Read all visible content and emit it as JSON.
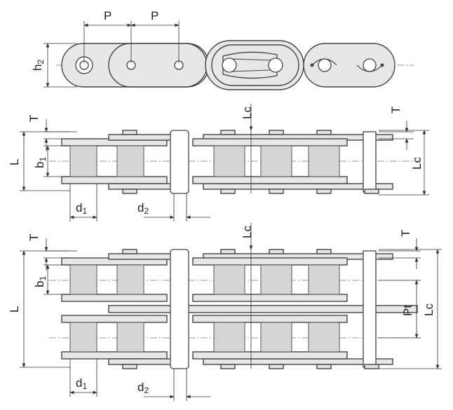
{
  "labels": {
    "pitch_1": "P",
    "pitch_2": "P",
    "plate_height": {
      "main": "h",
      "sub": "2"
    },
    "single_T_left": "T",
    "single_Lc_top": "Lc",
    "single_T_right": "T",
    "single_L": "L",
    "single_b1": {
      "main": "b",
      "sub": "1"
    },
    "single_Lc_right": "Lc",
    "single_d1": {
      "main": "d",
      "sub": "1"
    },
    "single_d2": {
      "main": "d",
      "sub": "2"
    },
    "double_T_left": "T",
    "double_Lc_top": "Lc",
    "double_T_right": "T",
    "double_L": "L",
    "double_b1": {
      "main": "b",
      "sub": "1"
    },
    "double_Pt": "Pt",
    "double_Lc_right": "Lc",
    "double_d1": {
      "main": "d",
      "sub": "1"
    },
    "double_d2": {
      "main": "d",
      "sub": "2"
    }
  }
}
